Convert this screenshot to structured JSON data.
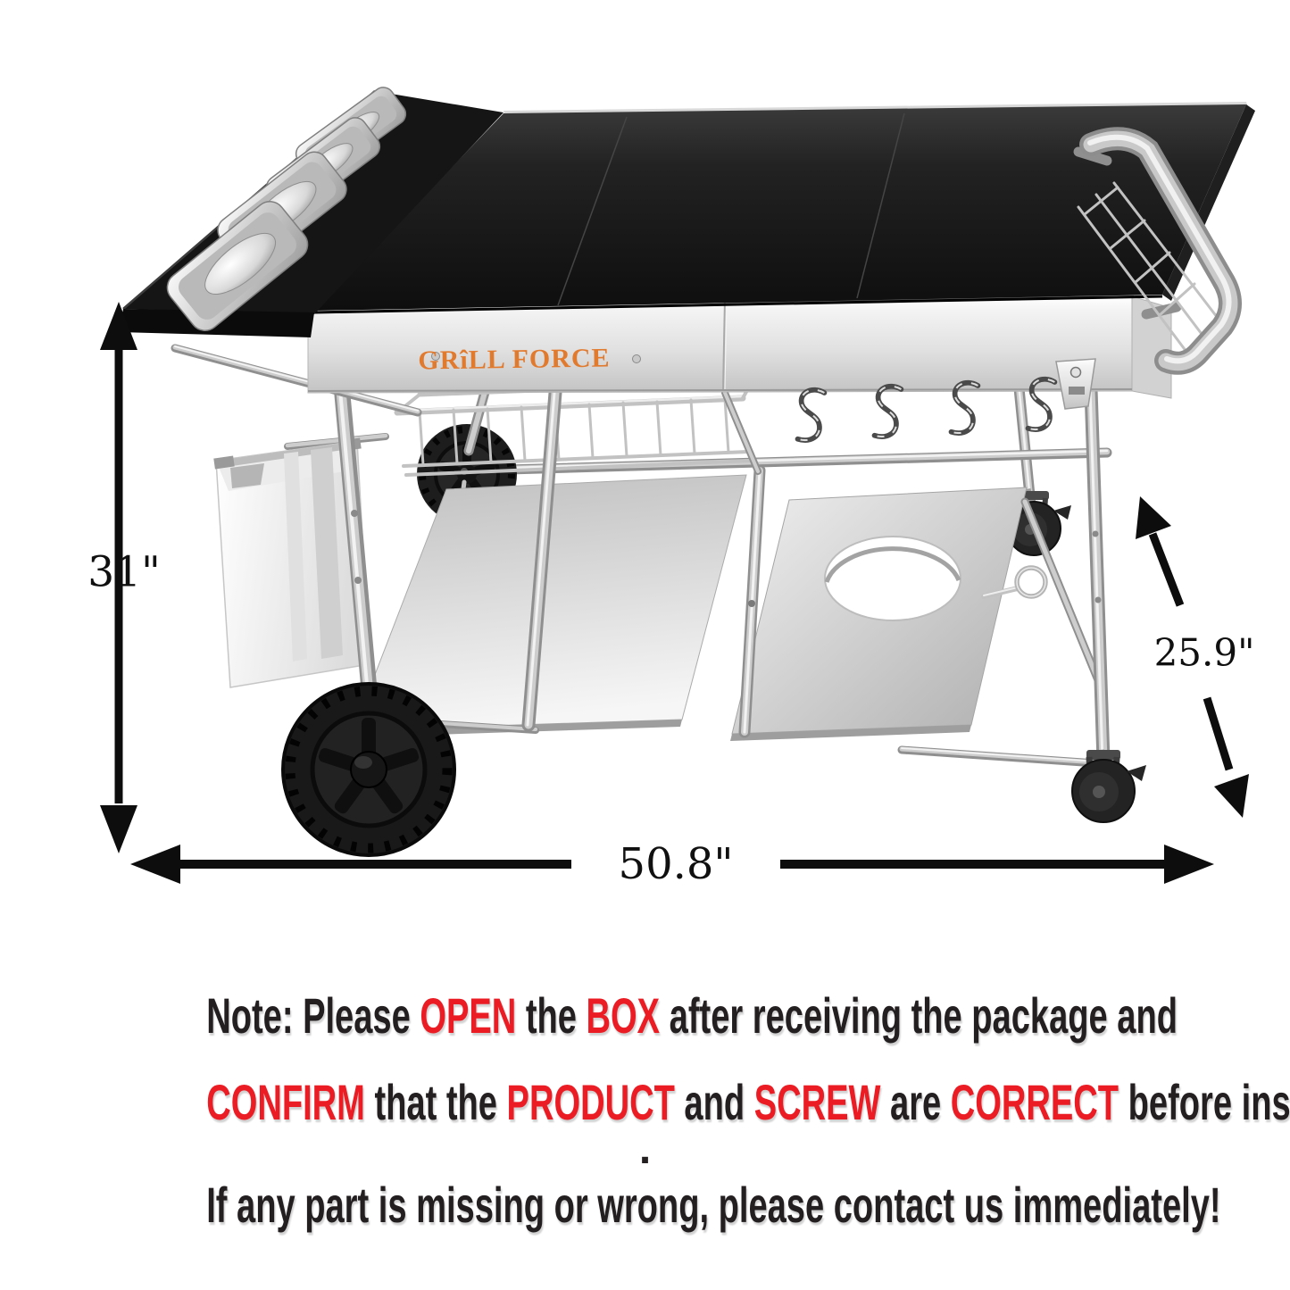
{
  "brand": {
    "logo_text": "GRîLL FORCE",
    "logo_color": "#E27A2E"
  },
  "dimensions": {
    "height_label": "31\"",
    "depth_label": "25.9\"",
    "width_label": "50.8\""
  },
  "features": {
    "condiment_trays": 4,
    "s_hooks": 4,
    "wheels": 2,
    "lockable_casters": 2
  },
  "colors": {
    "note_red": "#EC1C24",
    "note_dark": "#231F20",
    "arrow_black": "#0D0D0D",
    "tabletop_black": "#141414"
  },
  "note": {
    "line1": [
      [
        "Note: Please ",
        "dark"
      ],
      [
        "OPEN",
        "red"
      ],
      [
        " the ",
        "dark"
      ],
      [
        "BOX",
        "red"
      ],
      [
        " after receiving the package and",
        "dark"
      ]
    ],
    "line2": [
      [
        "CONFIRM",
        "red"
      ],
      [
        " that the ",
        "dark"
      ],
      [
        "PRODUCT",
        "red"
      ],
      [
        " and ",
        "dark"
      ],
      [
        "SCREW",
        "red"
      ],
      [
        " are ",
        "dark"
      ],
      [
        "CORRECT",
        "red"
      ],
      [
        " before installation",
        "dark"
      ]
    ],
    "separator": ".",
    "line3": [
      [
        "If any part is missing or wrong, please contact us immediately!",
        "dark"
      ]
    ]
  }
}
